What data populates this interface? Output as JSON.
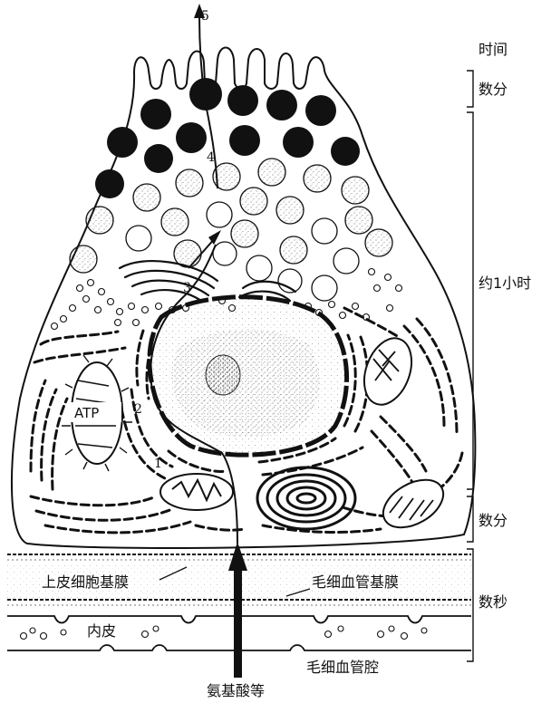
{
  "time_axis": {
    "header": "时间",
    "intervals": [
      "数分",
      "约1小时",
      "数分",
      "数秒"
    ]
  },
  "labels": {
    "epithelial_basement_membrane": "上皮细胞基膜",
    "capillary_basement_membrane": "毛细血管基膜",
    "endothelium": "内皮",
    "capillary_lumen": "毛细血管腔",
    "amino_acids": "氨基酸等",
    "atp": "ATP"
  },
  "pathway_steps": [
    "1",
    "2",
    "3",
    "4",
    "5"
  ]
}
